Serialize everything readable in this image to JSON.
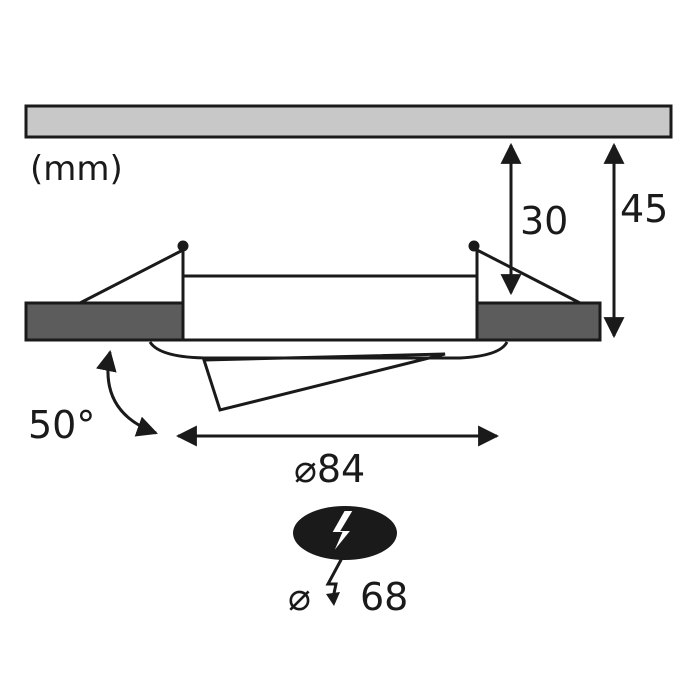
{
  "unit_label": "(mm)",
  "dimensions": {
    "recess_depth": "30",
    "total_height": "45",
    "tilt_angle": "50°",
    "outer_diameter": "⌀84",
    "cutout_diameter_symbol": "⌀",
    "cutout_diameter_value": "68"
  },
  "colors": {
    "ceiling_fill": "#c8c8c8",
    "panel_fill": "#5c5c5c",
    "line": "#1a1a1a"
  },
  "icons": {
    "cutout_symbol": "drill-hole-icon"
  }
}
